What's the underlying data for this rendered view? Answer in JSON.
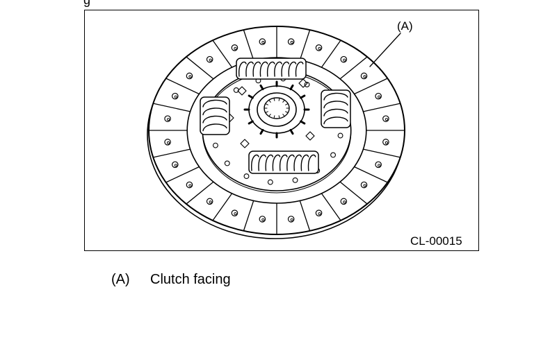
{
  "figure": {
    "callout_label": "(A)",
    "figure_code": "CL-00015",
    "top_fragment": "g"
  },
  "legend": [
    {
      "key": "(A)",
      "text": "Clutch facing"
    }
  ],
  "colors": {
    "line": "#000000",
    "background": "#ffffff"
  }
}
